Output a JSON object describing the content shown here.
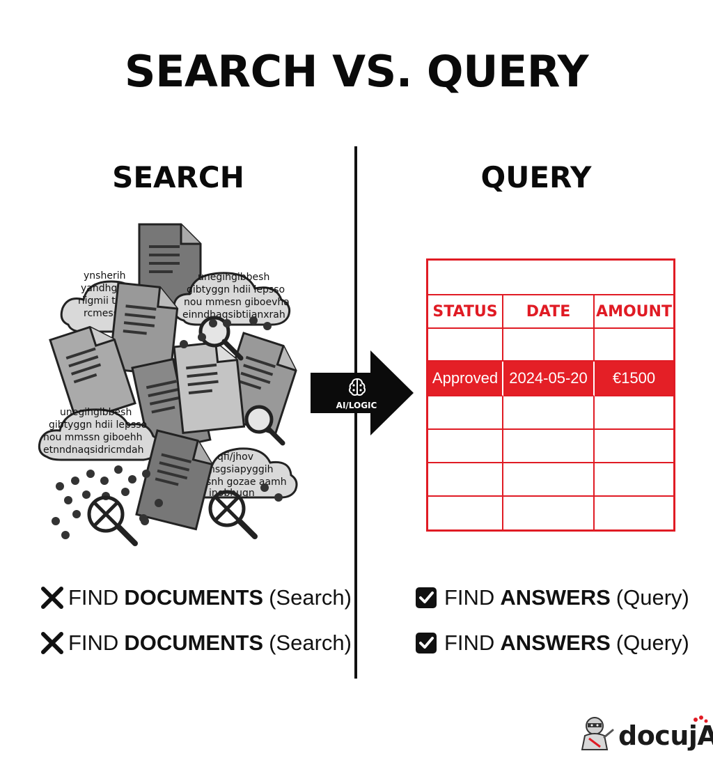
{
  "title": "SEARCH VS. QUERY",
  "left_column": {
    "heading": "SEARCH",
    "cloud_texts": [
      [
        "ynsherih",
        "yandhgirn",
        "riigmii tiinv",
        "rcmess"
      ],
      [
        "unegihgibbesh",
        "gibtyggn hdii lepsso",
        "nou mmesn giboevha",
        "einndhaqsibtiianxrah"
      ],
      [
        "unegihgibbesh",
        "gibtyggn hdii lepsso",
        "nou mmssn giboehh",
        "etnndnaqsidricmdah"
      ],
      [
        "qfi/jhov",
        "nsgsiapyggih",
        "snh gozae aamh",
        "inobhugn"
      ]
    ],
    "bullets": [
      {
        "icon": "x-icon",
        "prefix": "FIND",
        "bold": "DOCUMENTS",
        "suffix": "(Search)"
      },
      {
        "icon": "x-icon",
        "prefix": "FIND",
        "bold": "DOCUMENTS",
        "suffix": "(Search)"
      }
    ]
  },
  "arrow": {
    "label": "AI/LOGIC",
    "icon": "brain-icon"
  },
  "right_column": {
    "heading": "QUERY",
    "table": {
      "headers": [
        "STATUS",
        "DATE",
        "AMOUNT"
      ],
      "highlighted_row": [
        "Approved",
        "2024-05-20",
        "€1500"
      ],
      "accent_color": "#e01b24"
    },
    "bullets": [
      {
        "icon": "checkbox-icon",
        "prefix": "FIND",
        "bold": "ANSWERS",
        "suffix": "(Query)"
      },
      {
        "icon": "checkbox-icon",
        "prefix": "FIND",
        "bold": "ANSWERS",
        "suffix": "(Query)"
      }
    ]
  },
  "logo": {
    "text": "docujAI",
    "mascot": "ninja-mascot-icon"
  }
}
